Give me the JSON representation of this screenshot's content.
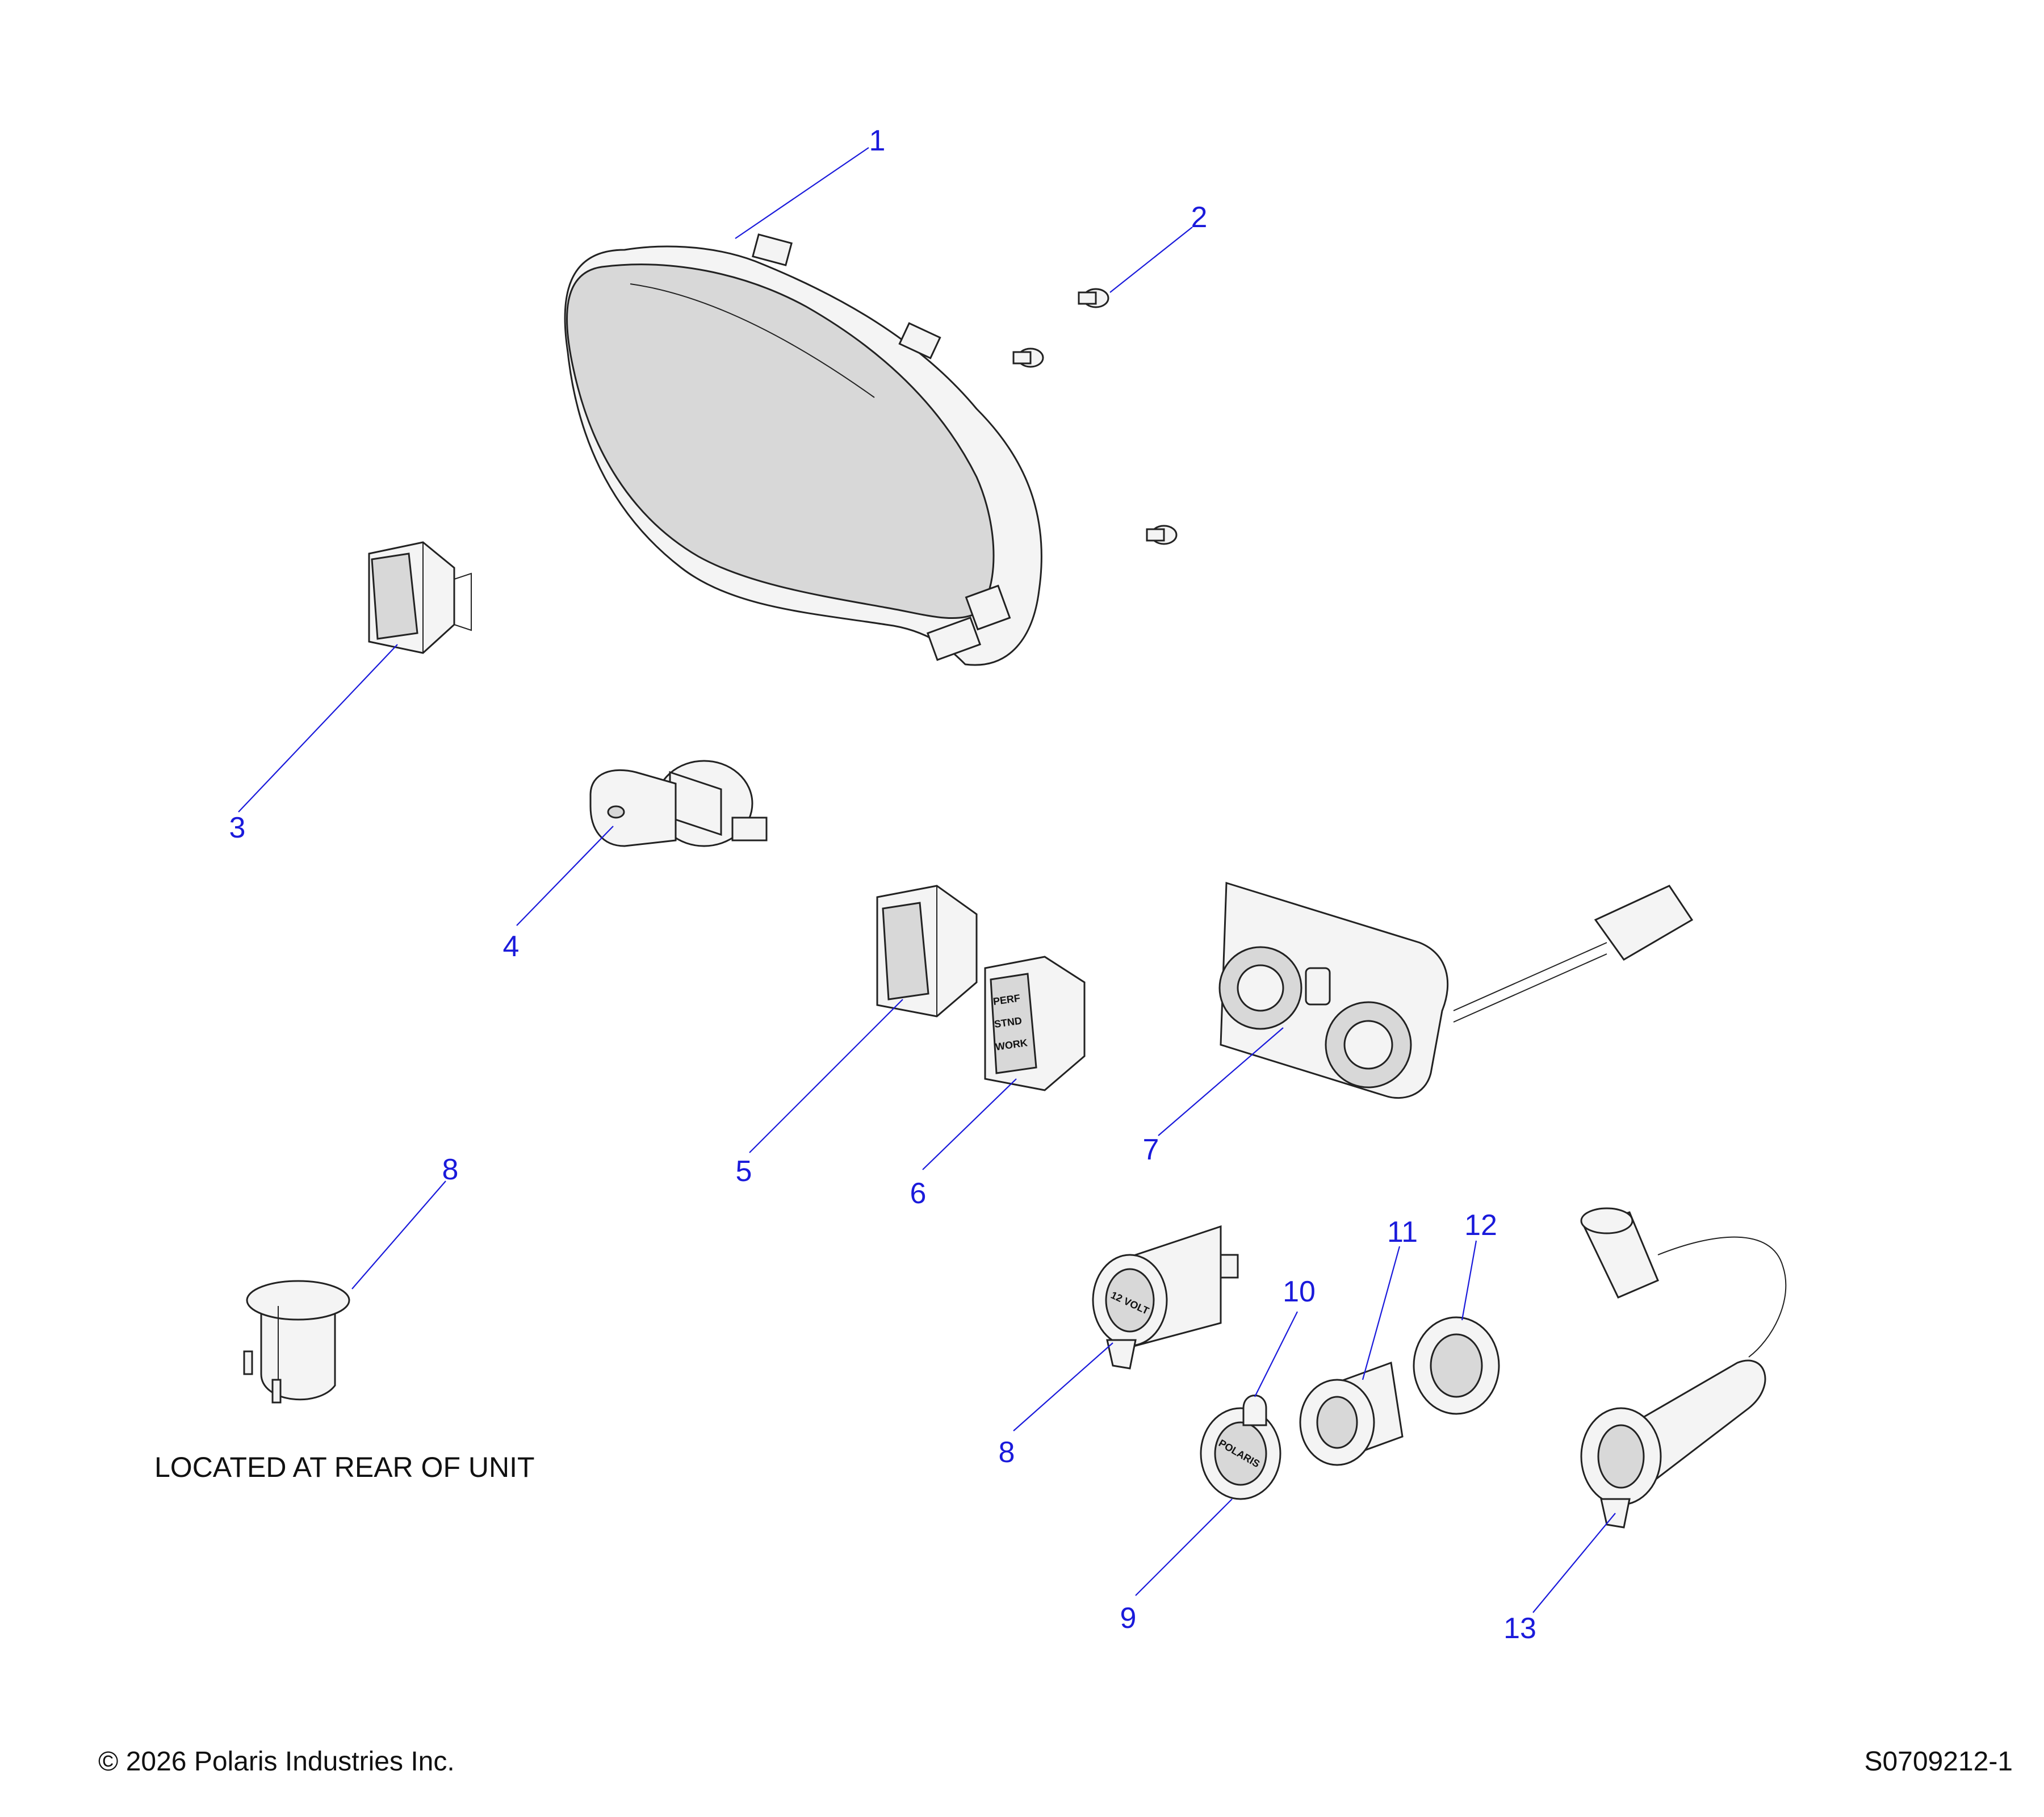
{
  "callouts": [
    {
      "id": "1",
      "label": "1"
    },
    {
      "id": "2",
      "label": "2"
    },
    {
      "id": "3",
      "label": "3"
    },
    {
      "id": "4",
      "label": "4"
    },
    {
      "id": "5",
      "label": "5"
    },
    {
      "id": "6",
      "label": "6"
    },
    {
      "id": "7",
      "label": "7"
    },
    {
      "id": "8a",
      "label": "8"
    },
    {
      "id": "8b",
      "label": "8"
    },
    {
      "id": "9",
      "label": "9"
    },
    {
      "id": "10",
      "label": "10"
    },
    {
      "id": "11",
      "label": "11"
    },
    {
      "id": "12",
      "label": "12"
    },
    {
      "id": "13",
      "label": "13"
    }
  ],
  "note": "LOCATED AT REAR OF UNIT",
  "footer": {
    "copyright": "© 2026 Polaris Industries Inc.",
    "drawing_number": "S0709212-1"
  },
  "part_markings": {
    "switch6": [
      "PERF",
      "STND",
      "WORK"
    ],
    "outlet8": "12 VOLT",
    "cap9": "POLARIS"
  },
  "colors": {
    "callout": "#1a1adb",
    "linework": "#222222",
    "text": "#111111"
  }
}
